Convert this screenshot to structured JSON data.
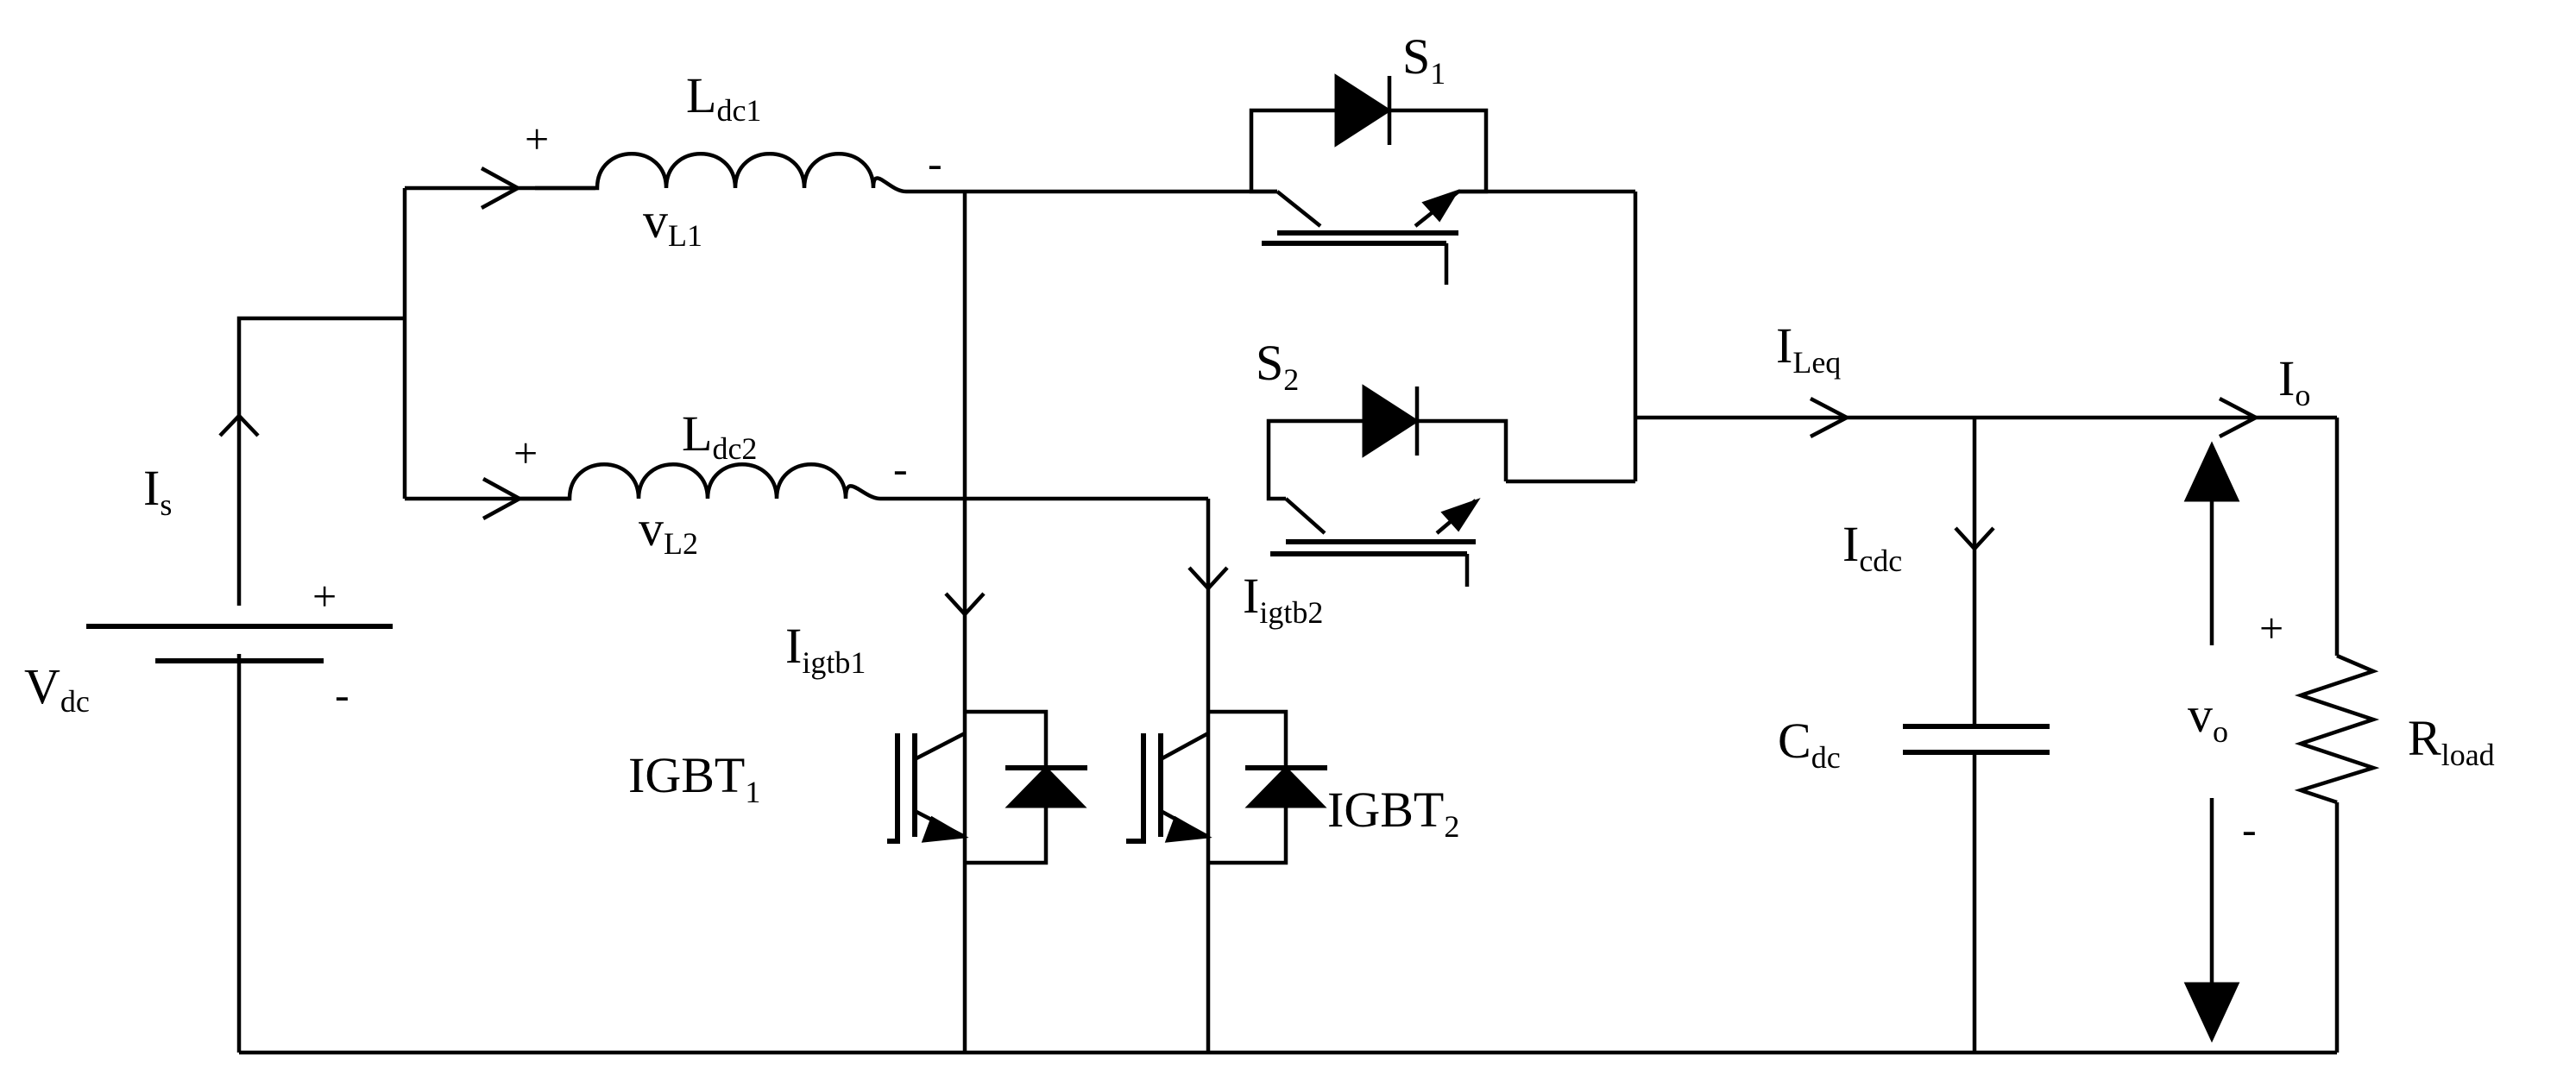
{
  "components": {
    "source": {
      "main": "V",
      "sub": "dc",
      "plus": "+",
      "minus": "-"
    },
    "inductor1": {
      "main": "L",
      "sub": "dc1",
      "plus": "+",
      "minus": "-"
    },
    "inductor2": {
      "main": "L",
      "sub": "dc2",
      "plus": "+",
      "minus": "-"
    },
    "switch1": {
      "main": "S",
      "sub": "1"
    },
    "switch2": {
      "main": "S",
      "sub": "2"
    },
    "igbt1": {
      "main": "IGBT",
      "sub": "1"
    },
    "igbt2": {
      "main": "IGBT",
      "sub": "2"
    },
    "capacitor": {
      "main": "C",
      "sub": "dc"
    },
    "load": {
      "main": "R",
      "sub": "load"
    }
  },
  "signals": {
    "source_current": {
      "main": "I",
      "sub": "s"
    },
    "inductor1_voltage": {
      "main": "v",
      "sub": "L1"
    },
    "inductor2_voltage": {
      "main": "v",
      "sub": "L2"
    },
    "igbt1_current": {
      "main": "I",
      "sub": "igtb1"
    },
    "igbt2_current": {
      "main": "I",
      "sub": "igtb2"
    },
    "equivalent_current": {
      "main": "I",
      "sub": "Leq"
    },
    "capacitor_current": {
      "main": "I",
      "sub": "cdc"
    },
    "output_current": {
      "main": "I",
      "sub": "o"
    },
    "output_voltage": {
      "main": "v",
      "sub": "o",
      "plus": "+",
      "minus": "-"
    }
  }
}
